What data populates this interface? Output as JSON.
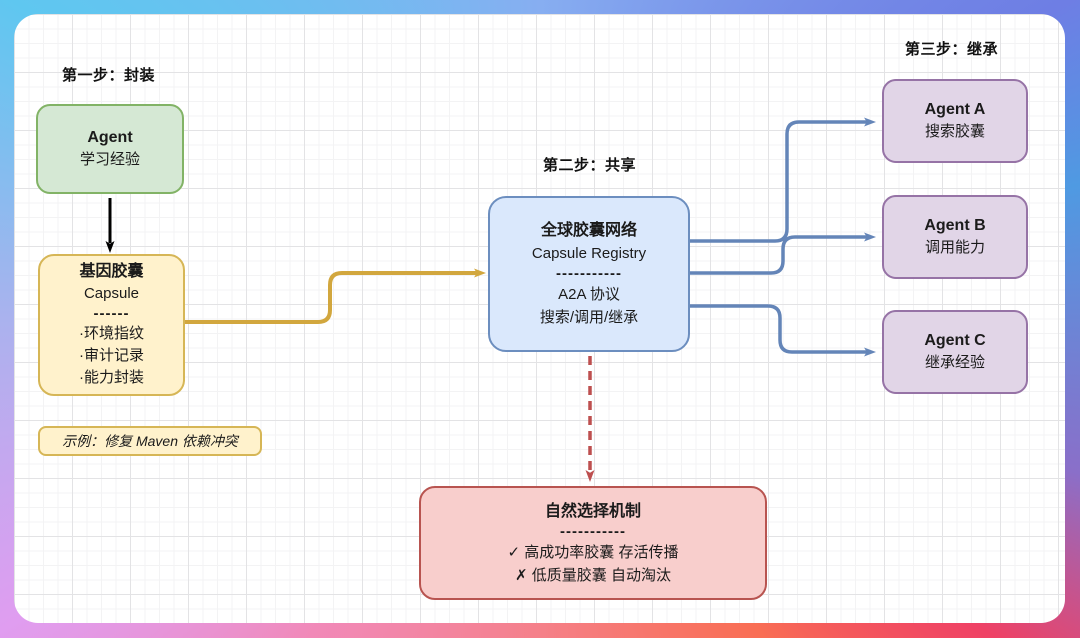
{
  "steps": {
    "one": "第一步：封装",
    "two": "第二步：共享",
    "three": "第三步：继承"
  },
  "nodes": {
    "agent": {
      "title": "Agent",
      "subtitle": "学习经验"
    },
    "capsule": {
      "title": "基因胶囊",
      "subtitle": "Capsule",
      "divider": "------",
      "bullets": [
        "·环境指纹",
        "·审计记录",
        "·能力封装"
      ]
    },
    "example": {
      "text": "示例：修复 Maven 依赖冲突"
    },
    "registry": {
      "title": "全球胶囊网络",
      "subtitle": "Capsule Registry",
      "divider": "-----------",
      "protocol": "A2A 协议",
      "actions": "搜索/调用/继承"
    },
    "agent_a": {
      "title": "Agent A",
      "subtitle": "搜索胶囊"
    },
    "agent_b": {
      "title": "Agent B",
      "subtitle": "调用能力"
    },
    "agent_c": {
      "title": "Agent C",
      "subtitle": "继承经验"
    },
    "selection": {
      "title": "自然选择机制",
      "divider": "-----------",
      "keep": "✓ 高成功率胶囊 存活传播",
      "drop": "✗ 低质量胶囊 自动淘汰"
    }
  },
  "colors": {
    "green_fill": "#d5e8d4",
    "green_stroke": "#82b366",
    "yellow_fill": "#fff2cc",
    "yellow_stroke": "#d6b656",
    "blue_fill": "#dae8fc",
    "blue_stroke": "#6c8ebf",
    "purple_fill": "#e1d5e7",
    "purple_stroke": "#9673a6",
    "red_fill": "#f8cecc",
    "red_stroke": "#b85450",
    "arrow_black": "#000000",
    "arrow_yellow": "#d2a73e",
    "arrow_blue": "#6485b8",
    "arrow_red": "#bd4f4f",
    "frame_gradient": [
      "#5fc7f0",
      "#6e7ee4",
      "#4f9ae2",
      "#ef4165",
      "#f96e54",
      "#f189b8",
      "#e09df0"
    ]
  }
}
